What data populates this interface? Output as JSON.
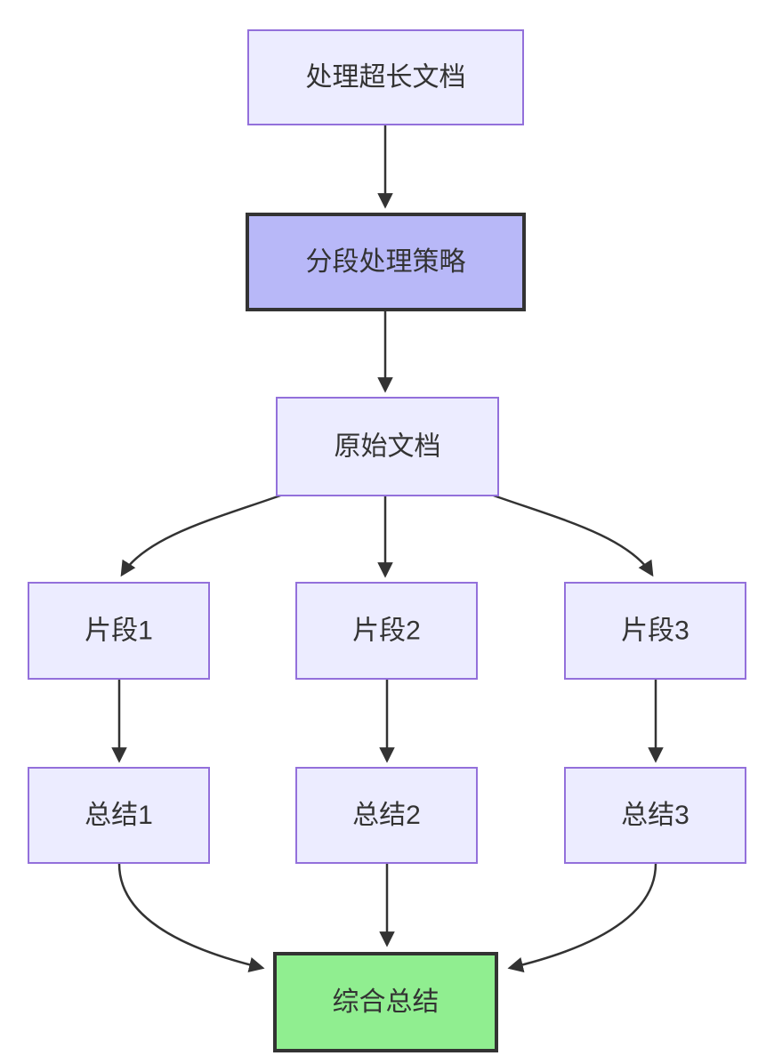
{
  "diagram": {
    "type": "flowchart",
    "direction": "top-down",
    "nodes": [
      {
        "id": "A",
        "label": "处理超长文档",
        "style": "default"
      },
      {
        "id": "B",
        "label": "分段处理策略",
        "style": "emphasis"
      },
      {
        "id": "C",
        "label": "原始文档",
        "style": "default"
      },
      {
        "id": "D1",
        "label": "片段1",
        "style": "default"
      },
      {
        "id": "D2",
        "label": "片段2",
        "style": "default"
      },
      {
        "id": "D3",
        "label": "片段3",
        "style": "default"
      },
      {
        "id": "S1",
        "label": "总结1",
        "style": "default"
      },
      {
        "id": "S2",
        "label": "总结2",
        "style": "default"
      },
      {
        "id": "S3",
        "label": "总结3",
        "style": "default"
      },
      {
        "id": "F",
        "label": "综合总结",
        "style": "success"
      }
    ],
    "edges": [
      {
        "from": "A",
        "to": "B"
      },
      {
        "from": "B",
        "to": "C"
      },
      {
        "from": "C",
        "to": "D1"
      },
      {
        "from": "C",
        "to": "D2"
      },
      {
        "from": "C",
        "to": "D3"
      },
      {
        "from": "D1",
        "to": "S1"
      },
      {
        "from": "D2",
        "to": "S2"
      },
      {
        "from": "D3",
        "to": "S3"
      },
      {
        "from": "S1",
        "to": "F"
      },
      {
        "from": "S2",
        "to": "F"
      },
      {
        "from": "S3",
        "to": "F"
      }
    ],
    "colors": {
      "default_fill": "#ECECFF",
      "default_border": "#9370DB",
      "emphasis_fill": "#B8B8F8",
      "emphasis_border": "#333333",
      "success_fill": "#90EE90",
      "success_border": "#333333",
      "edge_color": "#333333",
      "text_color": "#333333",
      "background": "#FFFFFF"
    }
  }
}
